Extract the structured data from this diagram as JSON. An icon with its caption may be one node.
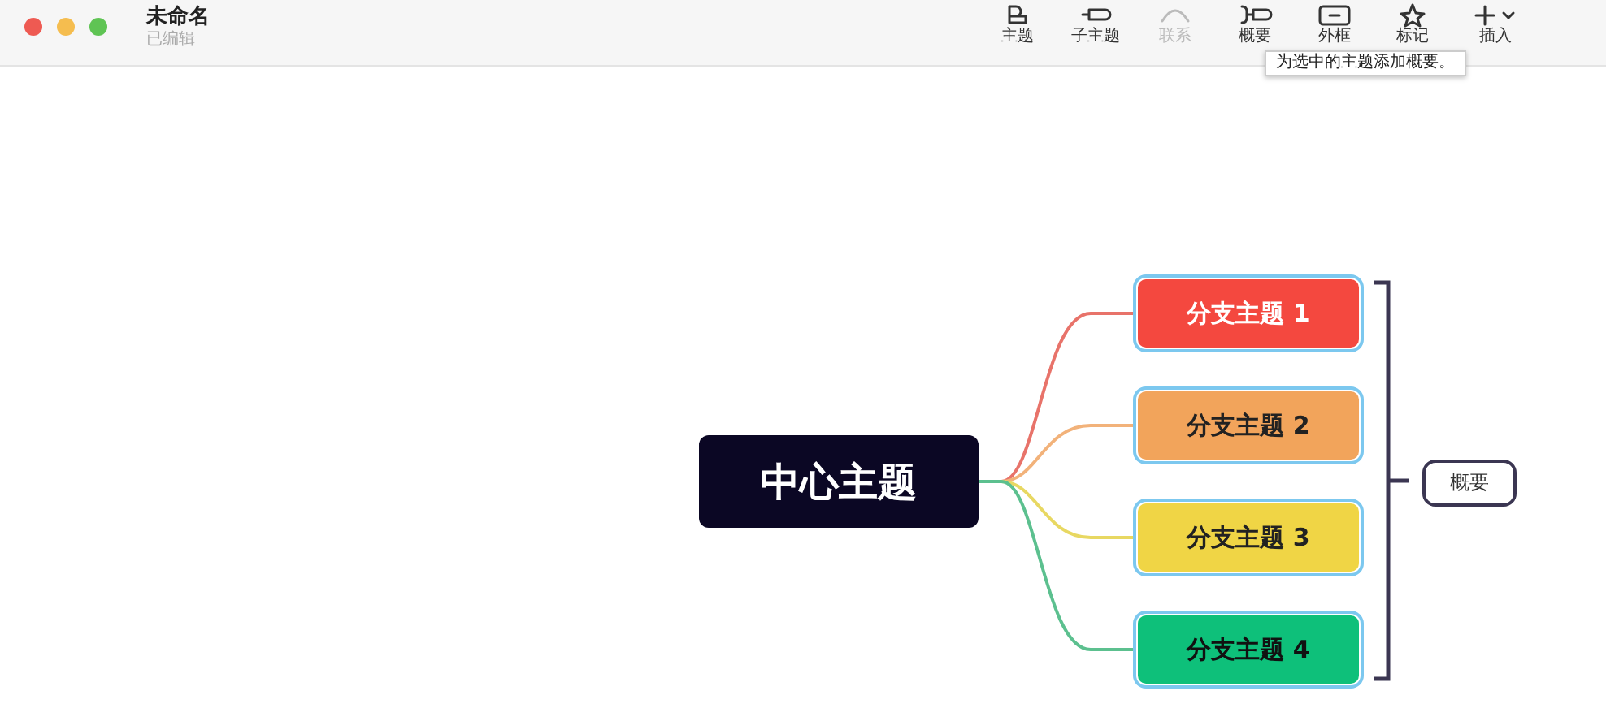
{
  "diagram": {
    "nodes": [
      {
        "text": [
          "中心主题"
        ]
      },
      {
        "text": [
          "分支主题 1"
        ]
      },
      {
        "text": [
          "分支主题 2"
        ]
      },
      {
        "text": [
          "分支主题 3"
        ]
      },
      {
        "text": [
          "分支主题 4"
        ]
      },
      {
        "text": [
          "概要"
        ]
      }
    ],
    "edges": [
      {
        "from": 0,
        "to": 1,
        "arrow": "none",
        "color": "#e8736a"
      },
      {
        "from": 0,
        "to": 2,
        "arrow": "none",
        "color": "#f2b27a"
      },
      {
        "from": 0,
        "to": 3,
        "arrow": "none",
        "color": "#e8d862"
      },
      {
        "from": 0,
        "to": 4,
        "arrow": "none",
        "color": "#5cc08f"
      }
    ],
    "labels": [
      "未命名",
      "已编辑",
      "主题",
      "子主题",
      "联系",
      "概要",
      "外框",
      "标记",
      "插入",
      "为选中的主题添加概要。"
    ]
  }
}
